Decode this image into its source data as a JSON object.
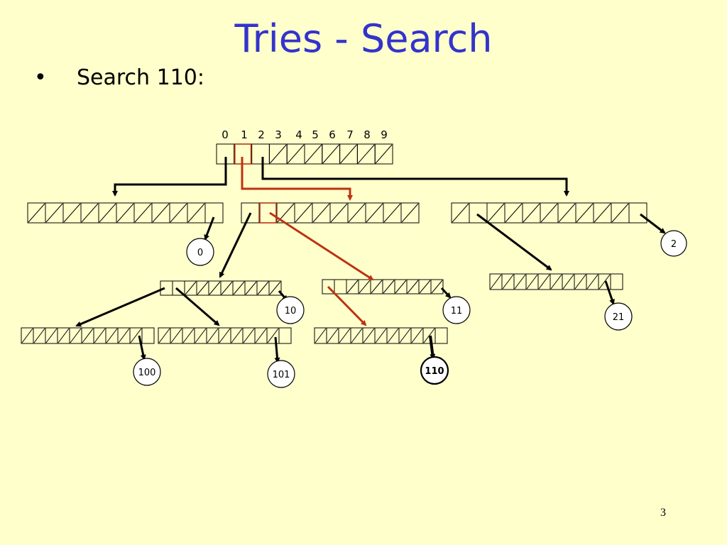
{
  "slide": {
    "title": "Tries - Search",
    "bullet": "Search 110:",
    "page_number": "3"
  },
  "diagram": {
    "index_labels": [
      "0",
      "1",
      "2",
      "3",
      "4",
      "5",
      "6",
      "7",
      "8",
      "9"
    ],
    "leaf_labels": [
      "0",
      "2",
      "10",
      "11",
      "21",
      "100",
      "101",
      "110"
    ],
    "search_key": "110",
    "colors": {
      "search_path": "#bb3311",
      "normal": "#000000",
      "title": "#3333cc",
      "background": "#ffffcc"
    }
  }
}
